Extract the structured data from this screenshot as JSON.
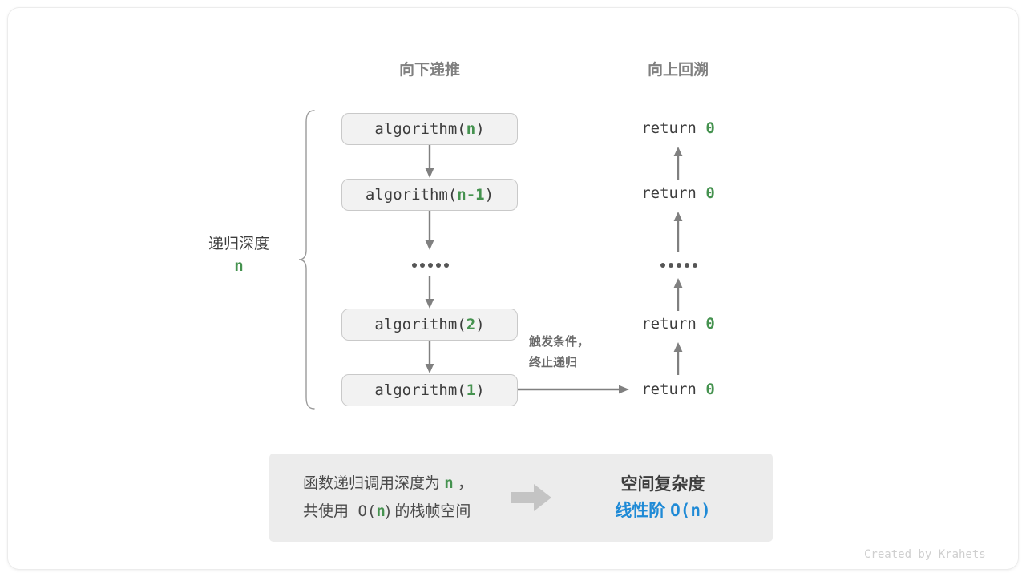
{
  "theme": {
    "canvas_bg": "#ffffff",
    "box_fill": "#f2f2f2",
    "box_border": "#c9c9c9",
    "arrow_gray": "#808080",
    "accent_green": "#45924f",
    "accent_blue": "#1f8ad6",
    "text_dark": "#3d3d3d",
    "muted_gray": "#808080",
    "summary_bg": "#ececec",
    "watermark_gray": "#cfcfcf"
  },
  "headers": {
    "left": "向下递推",
    "right": "向上回溯"
  },
  "depth_label": {
    "title": "递归深度",
    "value": "n"
  },
  "call_stack": [
    {
      "prefix": "algorithm(",
      "arg": "n",
      "suffix": ")"
    },
    {
      "prefix": "algorithm(",
      "arg": "n-1",
      "suffix": ")"
    },
    {
      "ellipsis": "••••••"
    },
    {
      "prefix": "algorithm(",
      "arg": "2",
      "suffix": ")"
    },
    {
      "prefix": "algorithm(",
      "arg": "1",
      "suffix": ")"
    }
  ],
  "returns": [
    {
      "keyword": "return",
      "value": "0"
    },
    {
      "keyword": "return",
      "value": "0"
    },
    {
      "ellipsis": "••••••"
    },
    {
      "keyword": "return",
      "value": "0"
    },
    {
      "keyword": "return",
      "value": "0"
    }
  ],
  "trigger_note": {
    "line1": "触发条件，",
    "line2": "终止递归"
  },
  "summary": {
    "left_line1_a": "函数递归调用深度为 ",
    "left_line1_n": "n",
    "left_line1_b": " ，",
    "left_line2_a": "共使用 O(",
    "left_line2_n": "n",
    "left_line2_b": ") 的栈帧空间",
    "arrow": "arrow-right-icon",
    "right_title": "空间复杂度",
    "right_value_label": "线性阶",
    "right_value_expr": "O(n)"
  },
  "watermark": "Created by Krahets"
}
